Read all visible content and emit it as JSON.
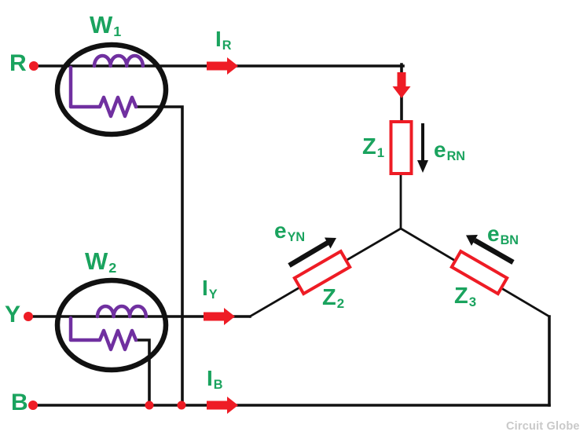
{
  "colors": {
    "green": "#1aa35e",
    "red": "#ee1c25",
    "purple": "#7030a0",
    "black": "#111111",
    "gray": "#c9c9c9"
  },
  "labels": {
    "r": "R",
    "y": "Y",
    "b": "B",
    "w1": {
      "main": "W",
      "sub": "1"
    },
    "w2": {
      "main": "W",
      "sub": "2"
    },
    "ir": {
      "main": "I",
      "sub": "R"
    },
    "iy": {
      "main": "I",
      "sub": "Y"
    },
    "ib": {
      "main": "I",
      "sub": "B"
    },
    "z1": {
      "main": "Z",
      "sub": "1"
    },
    "z2": {
      "main": "Z",
      "sub": "2"
    },
    "z3": {
      "main": "Z",
      "sub": "3"
    },
    "ern": {
      "main": "e",
      "sub": "RN"
    },
    "eyn": {
      "main": "e",
      "sub": "YN"
    },
    "ebn": {
      "main": "e",
      "sub": "BN"
    }
  },
  "watermark": "Circuit Globe"
}
